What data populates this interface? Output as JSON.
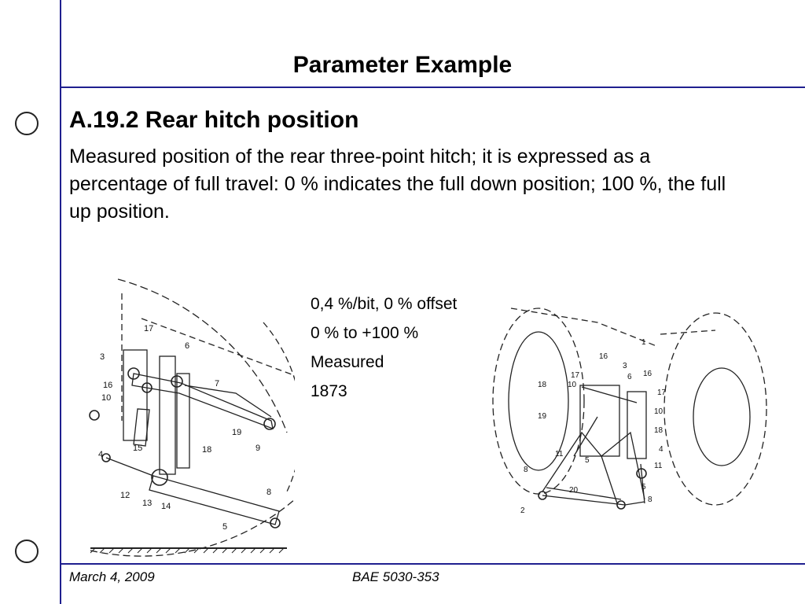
{
  "slide": {
    "title": "Parameter Example",
    "heading": "A.19.2 Rear hitch position",
    "body": "Measured position of the rear three-point hitch; it is expressed as a percentage of full travel: 0 % indicates the full down position; 100 %, the full up position."
  },
  "parameters": [
    "0,4 %/bit, 0 % offset",
    "0 % to +100 %",
    "Measured",
    "1873"
  ],
  "footer": {
    "date": "March 4, 2009",
    "course": "BAE 5030-353"
  },
  "diagram_left": {
    "labels": [
      "17",
      "6",
      "3",
      "16",
      "7",
      "10",
      "19",
      "9",
      "15",
      "18",
      "4",
      "8",
      "12",
      "13",
      "14",
      "5"
    ]
  },
  "diagram_right": {
    "labels": [
      "1",
      "16",
      "3",
      "6",
      "16",
      "17",
      "17",
      "18",
      "10",
      "10",
      "19",
      "18",
      "4",
      "11",
      "11",
      "8",
      "5",
      "20",
      "5",
      "8",
      "2"
    ]
  },
  "colors": {
    "rule": "#1f1f8f",
    "text": "#000000"
  }
}
